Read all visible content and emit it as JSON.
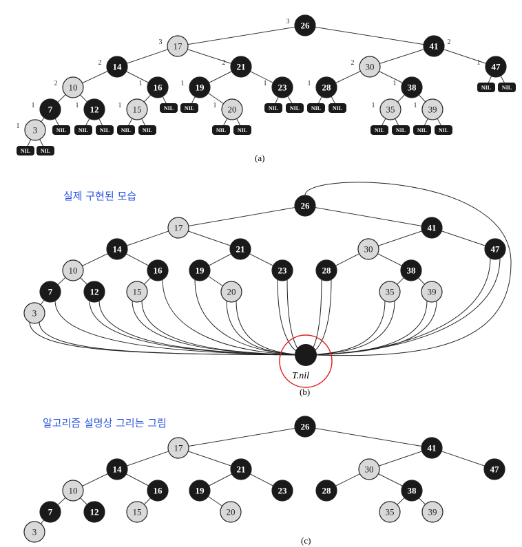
{
  "panels": {
    "a": {
      "caption": "(a)"
    },
    "b": {
      "caption": "(b)",
      "annotation": "실제 구현된 모습",
      "sentinel": "T.nil"
    },
    "c": {
      "caption": "(c)",
      "annotation": "알고리즘 설명상 그리는 그림"
    }
  },
  "nil_label": "NIL",
  "colors": {
    "red_node_fill": "#d9d9d9",
    "black_node_fill": "#1a1a1a",
    "highlight_circle": "#e02020",
    "annotation_text": "#2a55e0"
  },
  "tree": {
    "nodes": [
      {
        "key": "26",
        "color": "black",
        "bh": "3",
        "left": "17",
        "right": "41"
      },
      {
        "key": "17",
        "color": "red",
        "bh": "3",
        "left": "14",
        "right": "21"
      },
      {
        "key": "41",
        "color": "black",
        "bh": "2",
        "left": "30",
        "right": "47"
      },
      {
        "key": "14",
        "color": "black",
        "bh": "2",
        "left": "10",
        "right": "16"
      },
      {
        "key": "21",
        "color": "black",
        "bh": "2",
        "left": "19",
        "right": "23"
      },
      {
        "key": "30",
        "color": "red",
        "bh": "2",
        "left": "28",
        "right": "38"
      },
      {
        "key": "47",
        "color": "black",
        "bh": "1",
        "left": null,
        "right": null
      },
      {
        "key": "10",
        "color": "red",
        "bh": "2",
        "left": "7",
        "right": "12"
      },
      {
        "key": "16",
        "color": "black",
        "bh": "1",
        "left": "15",
        "right": null
      },
      {
        "key": "19",
        "color": "black",
        "bh": "1",
        "left": null,
        "right": "20"
      },
      {
        "key": "23",
        "color": "black",
        "bh": "1",
        "left": null,
        "right": null
      },
      {
        "key": "28",
        "color": "black",
        "bh": "1",
        "left": null,
        "right": null
      },
      {
        "key": "38",
        "color": "black",
        "bh": "1",
        "left": "35",
        "right": "39"
      },
      {
        "key": "7",
        "color": "black",
        "bh": "1",
        "left": "3",
        "right": null
      },
      {
        "key": "12",
        "color": "black",
        "bh": "1",
        "left": null,
        "right": null
      },
      {
        "key": "15",
        "color": "red",
        "bh": "1",
        "left": null,
        "right": null
      },
      {
        "key": "20",
        "color": "red",
        "bh": "1",
        "left": null,
        "right": null
      },
      {
        "key": "35",
        "color": "red",
        "bh": "1",
        "left": null,
        "right": null
      },
      {
        "key": "39",
        "color": "red",
        "bh": "1",
        "left": null,
        "right": null
      },
      {
        "key": "3",
        "color": "red",
        "bh": "1",
        "left": null,
        "right": null
      }
    ]
  }
}
